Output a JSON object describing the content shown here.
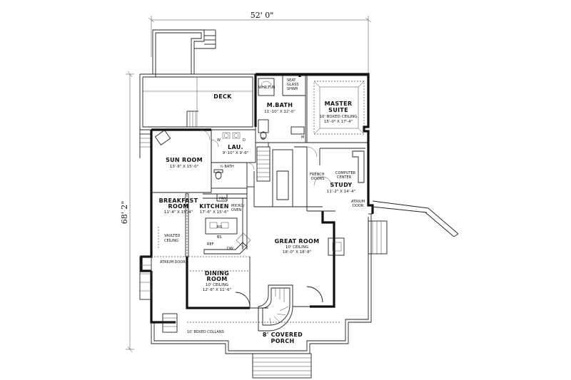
{
  "dimensions": {
    "width": "52' 0\"",
    "depth": "68' 2\""
  },
  "rooms": {
    "deck": {
      "name": "DECK"
    },
    "master_bath": {
      "name": "M.BATH",
      "size": "11'-10\" X 22'-0\""
    },
    "master_suite": {
      "name_line1": "MASTER",
      "name_line2": "SUITE",
      "ceiling": "10' BOXED CEILING",
      "size": "15'-0\" X 17'-4\""
    },
    "laundry": {
      "name": "LAU.",
      "size": "9'-10\" X 9'-6\""
    },
    "sun_room": {
      "name": "SUN ROOM",
      "size": "13'-8\" X 15'-0\""
    },
    "breakfast": {
      "name_line1": "BREAKFAST",
      "name_line2": "ROOM",
      "size": "11'-4\" X 15'-4\""
    },
    "kitchen": {
      "name": "KITCHEN",
      "size": "17'-6\" X 15'-6\""
    },
    "study": {
      "name": "STUDY",
      "size": "11'-2\" X 14'-4\""
    },
    "great_room": {
      "name": "GREAT ROOM",
      "ceiling": "10' CEILING",
      "size": "18'-0\" X 18'-8\""
    },
    "dining": {
      "name_line1": "DINING",
      "name_line2": "ROOM",
      "ceiling": "10' CEILING",
      "size": "12'-6\" X 11'-6\""
    },
    "porch": {
      "name_line1": "8' COVERED",
      "name_line2": "PORCH"
    }
  },
  "notes": {
    "whp_tub": "WHP TUB",
    "seat_glass_shwr_1": "SEAT",
    "seat_glass_shwr_2": "GLASS",
    "seat_glass_shwr_3": "SHWR",
    "half_bath": "½ BATH",
    "pan": "PAN",
    "micro_oven": "MICRO/",
    "micro_oven_2": "OVEN",
    "computer_center_1": "COMPUTER",
    "computer_center_2": "CENTER",
    "french_doors_1": "FRENCH",
    "french_doors_2": "DOORS",
    "atrium_door_right_1": "ATRIUM",
    "atrium_door_right_2": "DOOR",
    "atrium_door_left": "ATRIUM DOOR",
    "vaulted_ceiling_1": "VAULTED",
    "vaulted_ceiling_2": "CEILING",
    "ref": "REF",
    "dw": "DW",
    "columns": "10' BOXED COLLANS",
    "island": "NS",
    "island_2": "BS"
  }
}
